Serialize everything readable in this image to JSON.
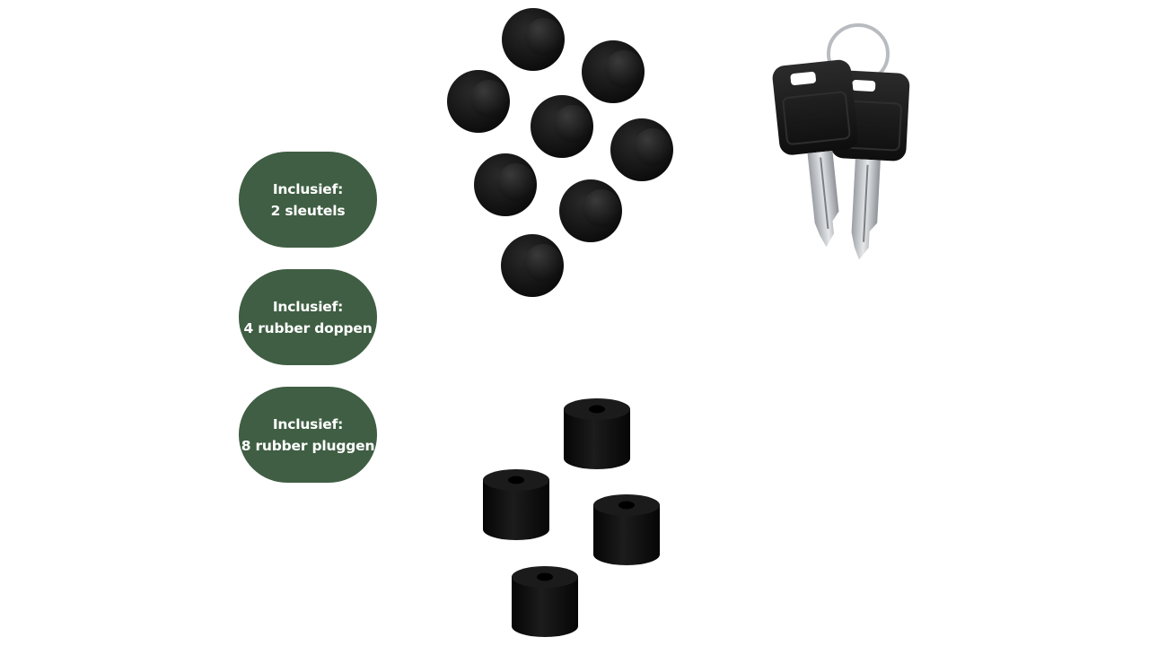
{
  "badges": [
    {
      "line1": "Inclusief:",
      "line2": "2 sleutels"
    },
    {
      "line1": "Inclusief:",
      "line2": "4 rubber doppen"
    },
    {
      "line1": "Inclusief:",
      "line2": "8 rubber pluggen"
    }
  ],
  "colors": {
    "badge_background": "#3f5e43",
    "badge_text": "#ffffff",
    "background": "#ffffff",
    "product_black": "#121212"
  },
  "products": {
    "plugs": {
      "icon": "rubber-plug-icon",
      "count": 8
    },
    "caps": {
      "icon": "rubber-cap-icon",
      "count": 4
    },
    "keys": {
      "icon": "key-icon",
      "count": 2
    }
  }
}
